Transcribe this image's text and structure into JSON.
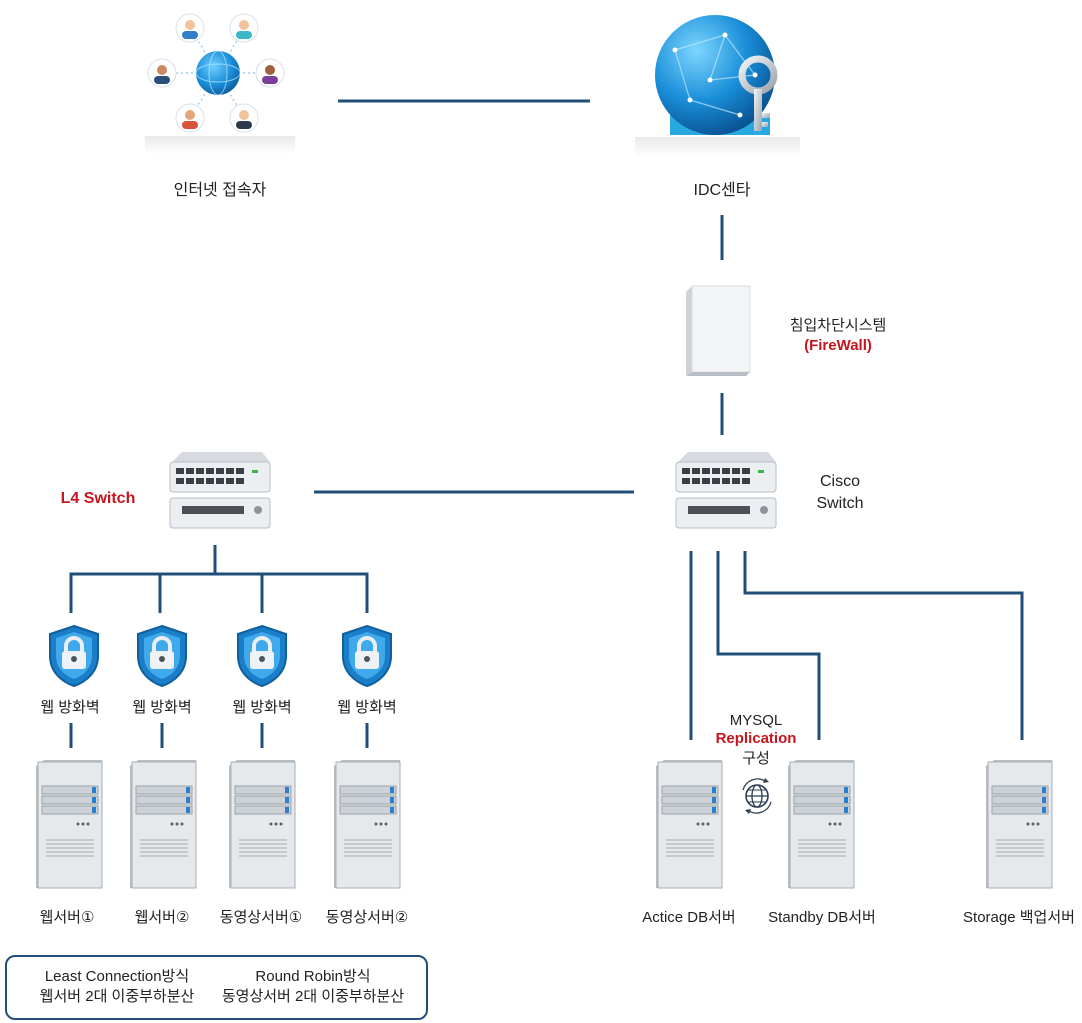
{
  "nodes": {
    "internet_users": "인터넷 접속자",
    "idc_center": "IDC센타",
    "firewall_title": "침입차단시스템",
    "firewall_sub": "(FireWall)",
    "l4_switch": "L4 Switch",
    "cisco_switch_line1": "Cisco",
    "cisco_switch_line2": "Switch"
  },
  "web_firewalls": [
    "웹 방화벽",
    "웹 방화벽",
    "웹 방화벽",
    "웹 방화벽"
  ],
  "web_servers": [
    "웹서버①",
    "웹서버②",
    "동영상서버①",
    "동영상서버②"
  ],
  "db": {
    "replication_line1": "MYSQL",
    "replication_line2": "Replication",
    "replication_line3": "구성",
    "active": "Actice DB서버",
    "standby": "Standby DB서버",
    "storage": "Storage 백업서버"
  },
  "legend": {
    "left_line1": "Least Connection방식",
    "left_line2": "웹서버 2대 이중부하분산",
    "right_line1": "Round Robin방식",
    "right_line2": "동영상서버 2대 이중부하분산"
  },
  "colors": {
    "wire": "#1f4e79",
    "accent_red": "#c8141e",
    "globe_blue": "#1a8fd9"
  }
}
